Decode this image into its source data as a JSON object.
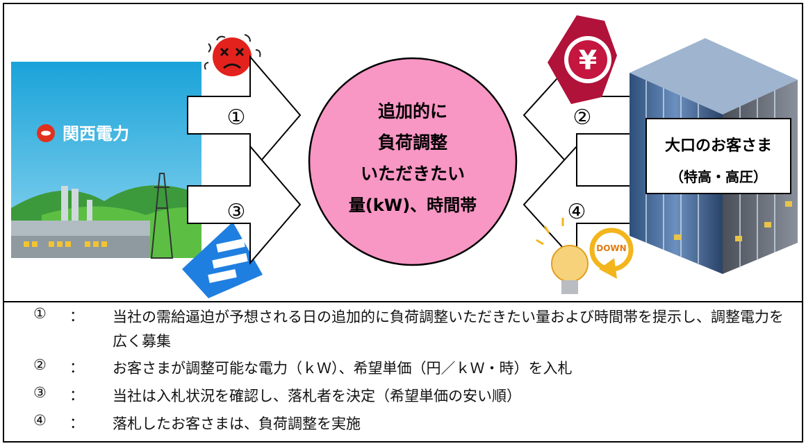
{
  "diagram": {
    "company_label": "関西電力",
    "center_lines": [
      "追加的に",
      "負荷調整",
      "いただきたい",
      "量(kW)、時間帯"
    ],
    "customer_lines": [
      "大口のお客さま",
      "（特高・高圧）"
    ],
    "arrow_numbers": [
      "①",
      "②",
      "③",
      "④"
    ],
    "down_label": "DOWN",
    "yen_symbol": "¥"
  },
  "legend": [
    {
      "num": "①",
      "sep": "：",
      "text": "当社の需給逼迫が予想される日の追加的に負荷調整いただきたい量および時間帯を提示し、調整電力を広く募集"
    },
    {
      "num": "②",
      "sep": "：",
      "text": "お客さまが調整可能な電力（ｋＷ）、希望単価（円／ｋＷ・時）を入札"
    },
    {
      "num": "③",
      "sep": "：",
      "text": "当社は入札状況を確認し、落札者を決定（希望単価の安い順）"
    },
    {
      "num": "④",
      "sep": "：",
      "text": "落札したお客さまは、負荷調整を実施"
    }
  ]
}
